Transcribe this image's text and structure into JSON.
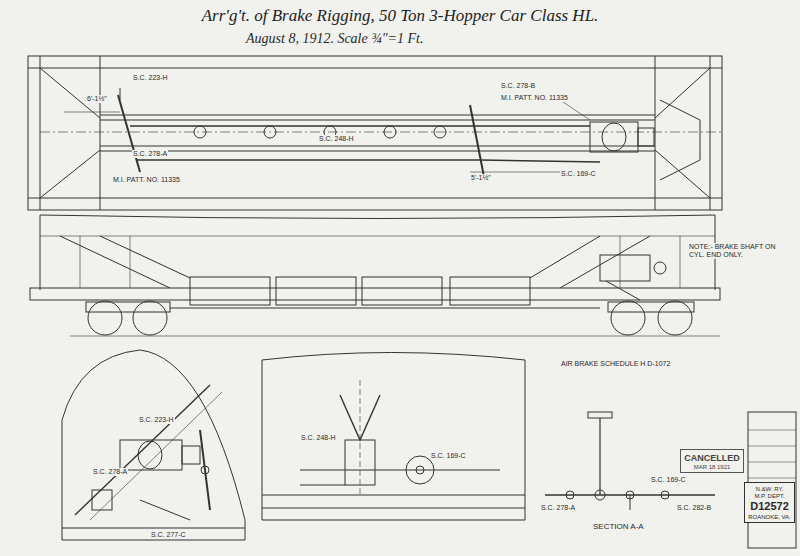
{
  "diagram": {
    "title": "Arr'g't. of Brake Rigging, 50 Ton 3-Hopper Car Class HL.",
    "nodes": [
      {
        "text": [
          "N.&W. RY.",
          "M.P. DEPT.",
          "D12572",
          "ROANOKE, VA."
        ]
      },
      {
        "text": [
          "CANCELLED",
          "MAR 18 1921"
        ]
      }
    ],
    "labels": [
      "August 8, 1912. Scale ¾\"=1 Ft.",
      "S.C. 223-H",
      "6'-1½\"",
      "S.C. 278-A",
      "M.I. PATT. NO. 11335",
      "S.C. 248-H",
      "S.C. 278-B",
      "M.I. PATT. NO. 11335",
      "5'-1½\"",
      "S.C. 169-C",
      "NOTE:- BRAKE SHAFT ON CYL. END ONLY.",
      "AIR BRAKE SCHEDULE H D-1072",
      "S.C. 223-H",
      "S.C. 278-A",
      "S.C. 277-C",
      "S.C. 248-H",
      "S.C. 169-C",
      "SECTION A-A",
      "S.C. 278-A",
      "S.C. 169-C",
      "S.C. 282-B"
    ]
  }
}
